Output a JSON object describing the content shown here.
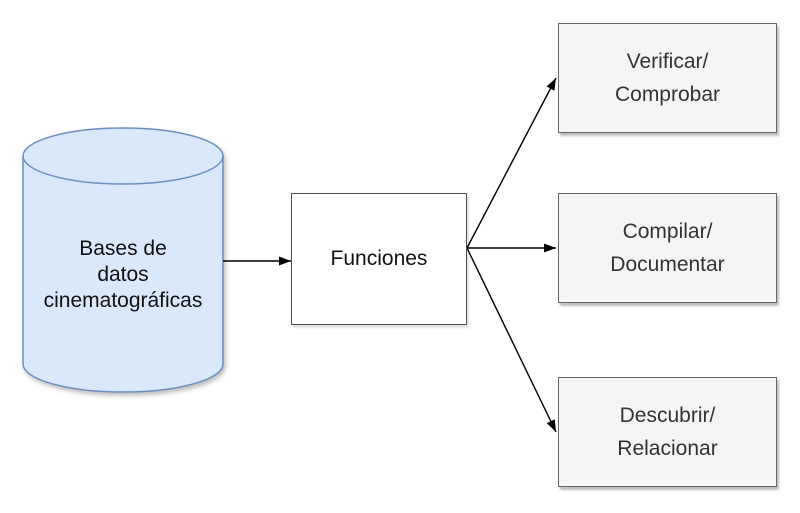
{
  "diagram": {
    "nodes": {
      "database": {
        "shape": "cylinder",
        "lines": [
          "Bases de",
          "datos",
          "cinematográficas"
        ]
      },
      "funciones": {
        "shape": "rectangle",
        "label": "Funciones"
      },
      "verificar": {
        "shape": "rectangle",
        "lines": [
          "Verificar/",
          "Comprobar"
        ]
      },
      "compilar": {
        "shape": "rectangle",
        "lines": [
          "Compilar/",
          "Documentar"
        ]
      },
      "descubrir": {
        "shape": "rectangle",
        "lines": [
          "Descubrir/",
          "Relacionar"
        ]
      }
    },
    "edges": [
      {
        "from": "database",
        "to": "funciones"
      },
      {
        "from": "funciones",
        "to": "verificar"
      },
      {
        "from": "funciones",
        "to": "compilar"
      },
      {
        "from": "funciones",
        "to": "descubrir"
      }
    ],
    "colors": {
      "background": "#ffffff",
      "cylinder_fill": "#dae8fc",
      "cylinder_stroke": "#6c8ebf",
      "process_fill": "#ffffff",
      "process_stroke": "#4d4d4d",
      "output_fill": "#f5f5f5",
      "output_stroke": "#666666",
      "output_text": "#333333",
      "arrow": "#000000",
      "text": "#111111"
    }
  }
}
